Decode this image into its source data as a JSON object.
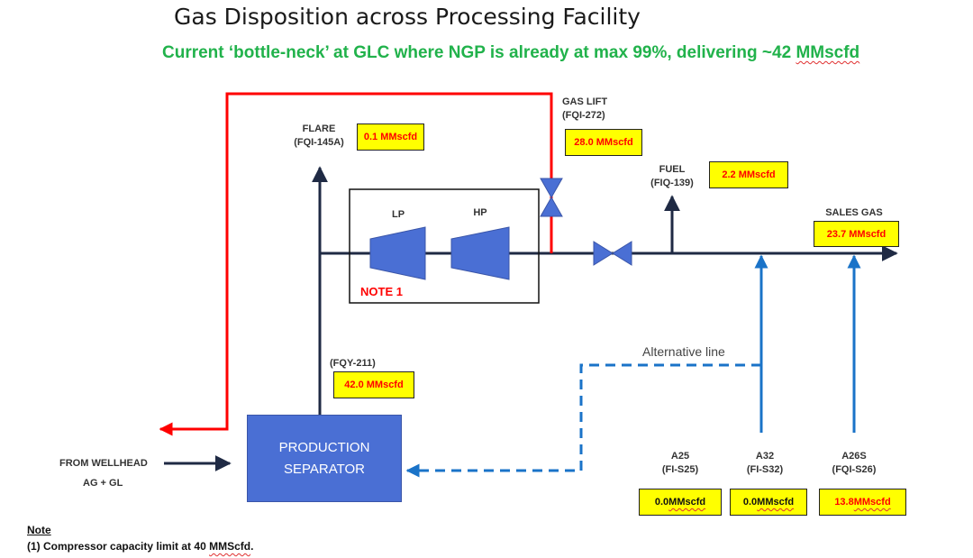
{
  "title": "Gas Disposition across Processing Facility",
  "subtitle_prefix": "Current ‘bottle-neck’ at GLC where NGP is already at max 99%, delivering ~42 ",
  "subtitle_unit": "MMscfd",
  "flare": {
    "label": "FLARE",
    "tag": "(FQI-145A)",
    "value": "0.1 MMscfd"
  },
  "gas_lift": {
    "label": "GAS LIFT",
    "tag": "(FQI-272)",
    "value": "28.0 MMscfd"
  },
  "fuel": {
    "label": "FUEL",
    "tag": "(FIQ-139)",
    "value": "2.2 MMscfd"
  },
  "sales_gas": {
    "label": "SALES GAS",
    "value": "23.7 MMscfd"
  },
  "compressors": {
    "lp": "LP",
    "hp": "HP",
    "note": "NOTE 1"
  },
  "separator": {
    "line1": "PRODUCTION",
    "line2": "SEPARATOR",
    "tag": "(FQY-211)",
    "value": "42.0 MMscfd"
  },
  "wellhead": {
    "line1": "FROM WELLHEAD",
    "line2": "AG + GL"
  },
  "alternative_line": "Alternative line",
  "a25": {
    "label": "A25",
    "tag": "(FI-S25)",
    "value_num": "0.0 ",
    "value_unit": "MMscfd"
  },
  "a32": {
    "label": "A32",
    "tag": "(FI-S32)",
    "value_num": "0.0 ",
    "value_unit": "MMscfd"
  },
  "a26s": {
    "label": "A26S",
    "tag": "(FQI-S26)",
    "value_num": "13.8 ",
    "value_unit": "MMscfd"
  },
  "note": {
    "title": "Note",
    "text_prefix": "(1) Compressor capacity limit at 40 ",
    "text_unit": "MMScfd",
    "text_suffix": "."
  },
  "colors": {
    "process_line": "#1f2a44",
    "gas_lift_line": "#ff0000",
    "well_line": "#1a73c8",
    "equipment": "#4a6fd4",
    "value_box": "#ffff00",
    "subtitle": "#21b24b"
  }
}
